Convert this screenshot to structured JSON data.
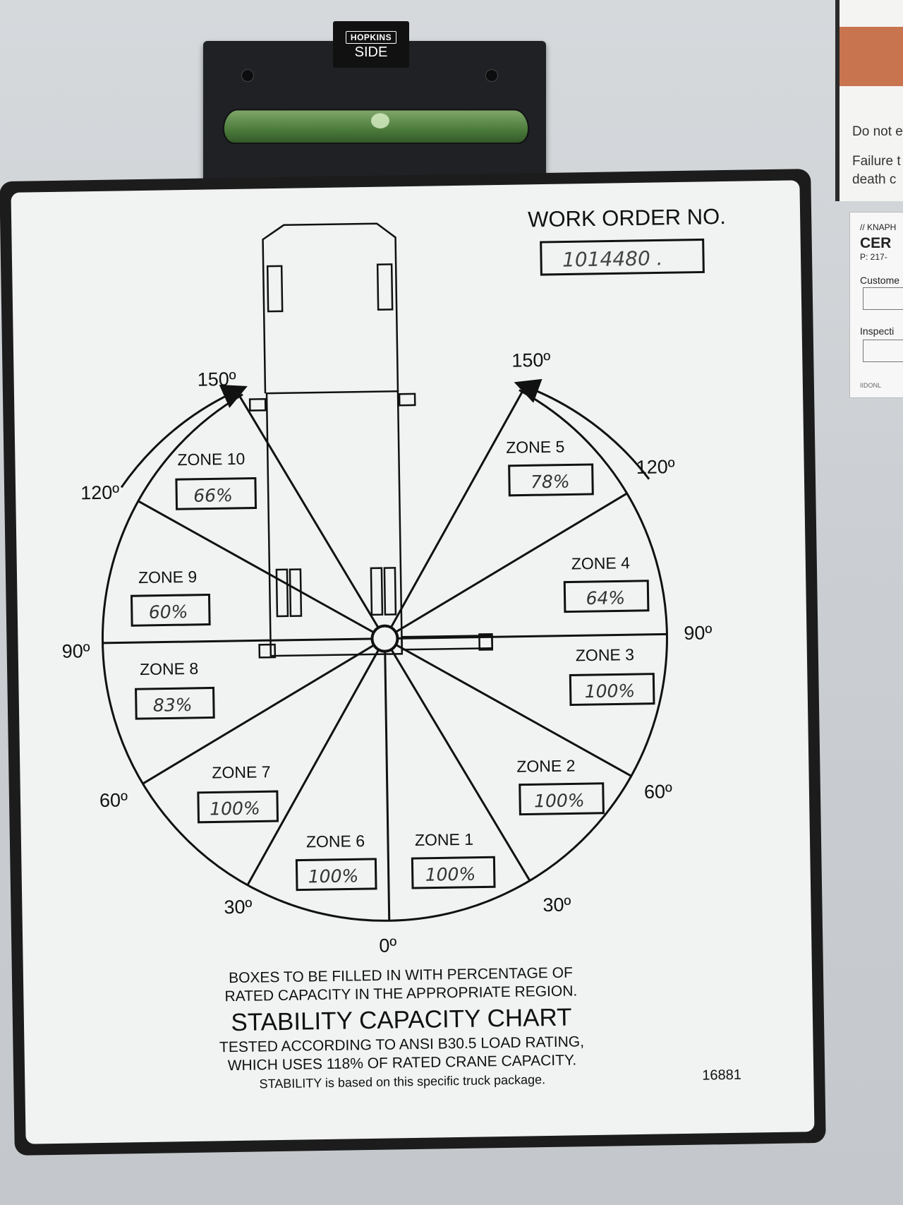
{
  "level_gauge": {
    "brand": "HOPKINS",
    "side_label": "SIDE"
  },
  "side_sticker": {
    "line1": "Do not e",
    "line2": "Failure t",
    "line3": "death c"
  },
  "cert_card": {
    "header": "// KNAPH",
    "title": "CER",
    "phone": "P: 217-",
    "customer_label": "Custome",
    "inspection_label": "Inspecti",
    "footer": "IIDONL"
  },
  "chart": {
    "work_order_label": "WORK ORDER NO.",
    "work_order_value": "1014480 .",
    "angle_labels": {
      "deg0": "0º",
      "right_30": "30º",
      "right_60": "60º",
      "right_90": "90º",
      "right_120": "120º",
      "right_150": "150º",
      "left_30": "30º",
      "left_60": "60º",
      "left_90": "90º",
      "left_120": "120º",
      "left_150": "150º"
    },
    "zones": [
      {
        "name": "ZONE 1",
        "value": "100%"
      },
      {
        "name": "ZONE 2",
        "value": "100%"
      },
      {
        "name": "ZONE 3",
        "value": "100%"
      },
      {
        "name": "ZONE 4",
        "value": "64%"
      },
      {
        "name": "ZONE 5",
        "value": "78%"
      },
      {
        "name": "ZONE 6",
        "value": "100%"
      },
      {
        "name": "ZONE 7",
        "value": "100%"
      },
      {
        "name": "ZONE 8",
        "value": "83%"
      },
      {
        "name": "ZONE 9",
        "value": "60%"
      },
      {
        "name": "ZONE 10",
        "value": "66%"
      }
    ],
    "instructions_line1": "BOXES TO BE FILLED IN WITH PERCENTAGE OF",
    "instructions_line2": "RATED CAPACITY IN THE APPROPRIATE REGION.",
    "title": "STABILITY CAPACITY CHART",
    "tested_line1": "TESTED ACCORDING TO ANSI B30.5 LOAD RATING,",
    "tested_line2": "WHICH USES 118% OF RATED CRANE CAPACITY.",
    "stability_note": "STABILITY is based on this specific truck package.",
    "part_number": "16881"
  }
}
